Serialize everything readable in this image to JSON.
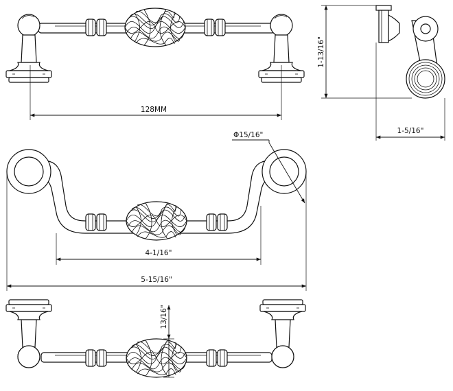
{
  "dimensions": {
    "center_to_center_mm": "128MM",
    "overall_height": "1-13/16\"",
    "projection": "1-5/16\"",
    "ring_diameter": "Φ15/16\"",
    "inner_width": "4-1/16\"",
    "overall_length": "5-15/16\"",
    "cage_height": "13/16\""
  },
  "colors": {
    "line": "#111111",
    "background": "#ffffff"
  }
}
